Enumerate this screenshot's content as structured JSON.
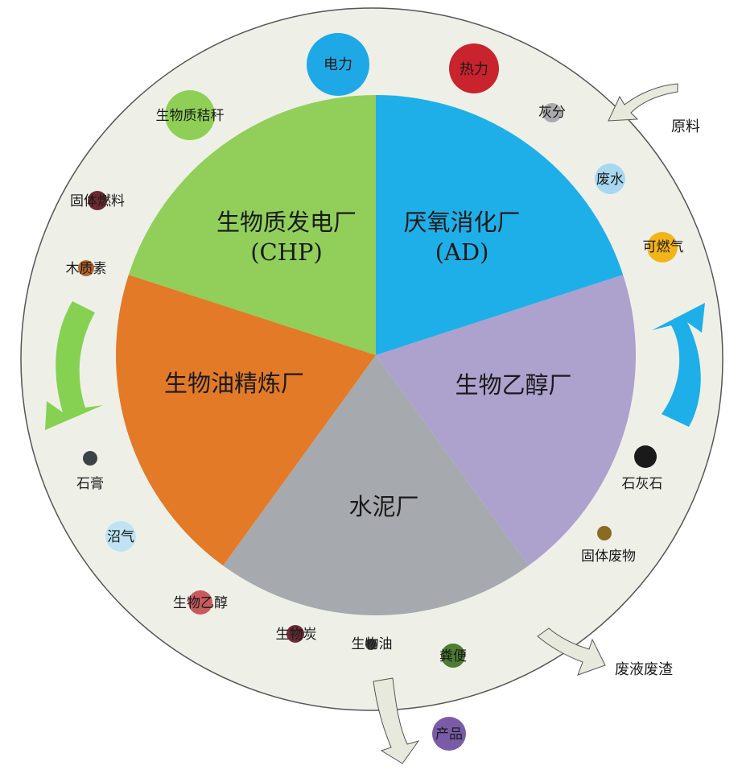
{
  "center": {
    "segments": [
      {
        "id": "chp",
        "line1": "生物质发电厂",
        "line2": "(CHP)",
        "color": "#92cf5a"
      },
      {
        "id": "ad",
        "line1": "厌氧消化厂",
        "line2": "(AD)",
        "color": "#1fafe8"
      },
      {
        "id": "ethanol",
        "line1": "生物乙醇厂",
        "line2": "",
        "color": "#aca2cd"
      },
      {
        "id": "cement",
        "line1": "水泥厂",
        "line2": "",
        "color": "#a6a9ae"
      },
      {
        "id": "biooil",
        "line1": "生物油精炼厂",
        "line2": "",
        "color": "#e37a27"
      }
    ]
  },
  "ring": {
    "color": "#eef0e8",
    "stroke": "#555555"
  },
  "nodes": [
    {
      "id": "electricity",
      "label": "电力",
      "color": "#1ea9e6"
    },
    {
      "id": "heat",
      "label": "热力",
      "color": "#c9232e"
    },
    {
      "id": "ash",
      "label": "灰分",
      "color": "#a9a9ae"
    },
    {
      "id": "wastewater",
      "label": "废水",
      "color": "#a8d8ef"
    },
    {
      "id": "combustible_gas",
      "label": "可燃气",
      "color": "#f3b418"
    },
    {
      "id": "limestone",
      "label": "石灰石",
      "color": "#1a1a1a"
    },
    {
      "id": "solid_waste",
      "label": "固体废物",
      "color": "#8b6a22"
    },
    {
      "id": "manure",
      "label": "粪便",
      "color": "#4d7d32"
    },
    {
      "id": "product",
      "label": "产品",
      "color": "#7a5ba8"
    },
    {
      "id": "bio_oil",
      "label": "生物油",
      "color": "#3a3a3a"
    },
    {
      "id": "biochar",
      "label": "生物炭",
      "color": "#6b2b33"
    },
    {
      "id": "bioethanol",
      "label": "生物乙醇",
      "color": "#c85a5e"
    },
    {
      "id": "biogas",
      "label": "沼气",
      "color": "#bfe3f3"
    },
    {
      "id": "gypsum",
      "label": "石膏",
      "color": "#3c4348"
    },
    {
      "id": "lignin",
      "label": "木质素",
      "color": "#b8672a"
    },
    {
      "id": "solid_fuel",
      "label": "固体燃料",
      "color": "#6a2a30"
    },
    {
      "id": "straw",
      "label": "生物质秸秆",
      "color": "#8fcf55"
    }
  ],
  "flows": {
    "raw_material": "原料",
    "waste_liquid_residue": "废液废渣"
  },
  "arrows": {
    "cycle_left_color": "#86d152",
    "cycle_right_color": "#1eaee8",
    "flow_arrow_color": "#e6e9dc"
  }
}
